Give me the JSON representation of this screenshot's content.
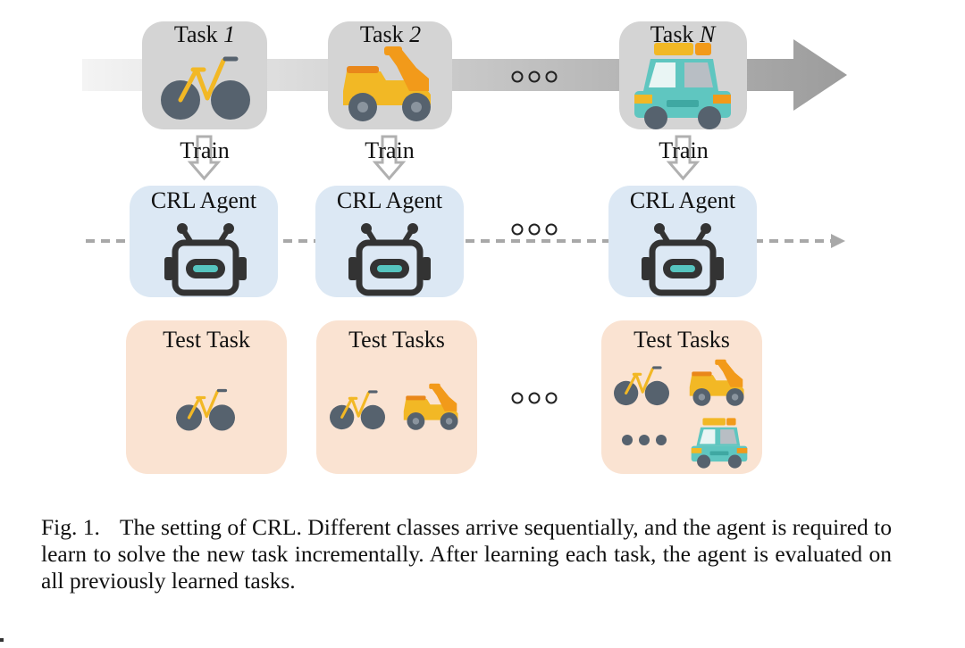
{
  "tasks": [
    {
      "prefix": "Task ",
      "index": "1",
      "icon": "bicycle-icon"
    },
    {
      "prefix": "Task ",
      "index": "2",
      "icon": "scooter-icon"
    },
    {
      "prefix": "Task ",
      "index": "N",
      "icon": "car-icon"
    }
  ],
  "train_label": "Train",
  "agent_label": "CRL Agent",
  "agent_icon": "robot-icon",
  "test_labels": [
    "Test Task",
    "Test Tasks",
    "Test Tasks"
  ],
  "caption": {
    "fig_label": "Fig. 1.",
    "text": "The setting of CRL. Different classes arrive sequentially, and the agent is required to learn to solve the new task incrementally. After learning each task, the agent is evaluated on all previously learned tasks."
  },
  "colors": {
    "task_box": "#d4d4d4",
    "agent_box": "#dce8f4",
    "test_box": "#fae3d2",
    "wheel": "#56626e",
    "frame": "#f2b825",
    "scooter_orange": "#f29a1a",
    "car_teal": "#5fc6c0",
    "robot": "#333333",
    "robot_visor": "#56c4bf"
  }
}
